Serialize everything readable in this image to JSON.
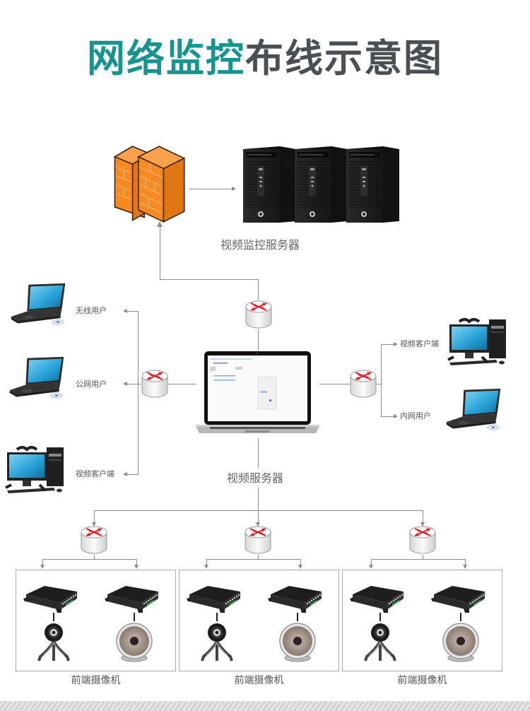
{
  "header": {
    "title_accent": "网络监控",
    "title_rest": "布线示意图",
    "accent_color": "#17948f",
    "rest_color": "#4a4f54"
  },
  "top": {
    "firewall_icon": "firewall-icon",
    "server_icon": "tower-server-icon",
    "server_count": 3,
    "server_label": "视频监控服务器"
  },
  "center": {
    "device_icon": "laptop-icon",
    "label": "视频服务器"
  },
  "left_branch": {
    "router_icon": "router-icon",
    "clients": [
      {
        "label": "无线用户",
        "icon": "laptop-icon"
      },
      {
        "label": "公网用户",
        "icon": "laptop-icon"
      },
      {
        "label": "视频客户端",
        "icon": "desktop-pc-icon"
      }
    ]
  },
  "right_branch": {
    "router_icon": "router-icon",
    "clients": [
      {
        "label": "视频客户端",
        "icon": "desktop-pc-icon"
      },
      {
        "label": "内网用户",
        "icon": "laptop-icon"
      }
    ]
  },
  "front_end": {
    "groups": [
      {
        "label": "前端摄像机",
        "devices": [
          "encoder-box-icon",
          "webcam-icon",
          "encoder-box-icon",
          "ir-camera-icon"
        ]
      },
      {
        "label": "前端摄像机",
        "devices": [
          "encoder-box-icon",
          "webcam-icon",
          "encoder-box-icon",
          "ir-camera-icon"
        ]
      },
      {
        "label": "前端摄像机",
        "devices": [
          "encoder-box-icon",
          "webcam-icon",
          "encoder-box-icon",
          "ir-camera-icon"
        ]
      }
    ]
  },
  "colors": {
    "firewall_orange": "#f58a23",
    "router_arrow_red": "#e8141c",
    "line_gray": "#8c8c8c",
    "screen_blue": "#2aa3d8"
  }
}
